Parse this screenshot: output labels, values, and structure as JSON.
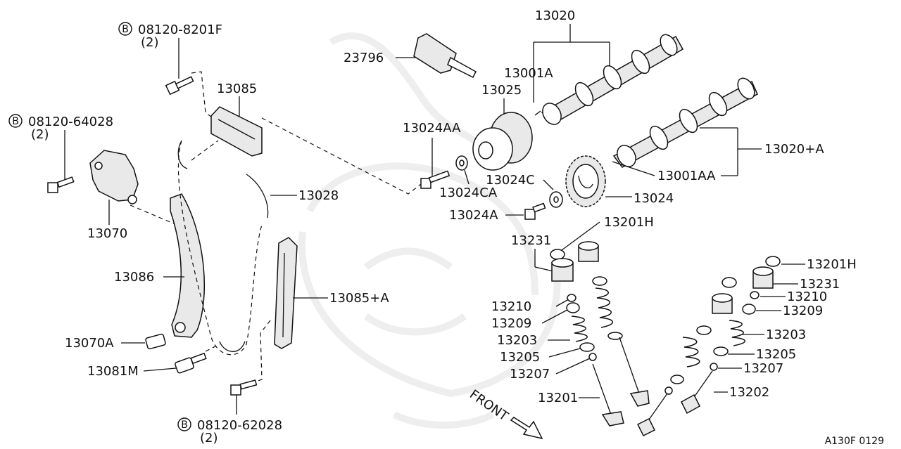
{
  "diagram_id": "A130F 0129",
  "front_label": "FRONT",
  "bolt_refs": [
    {
      "marker": "B",
      "part": "08120-8201F",
      "qty": "(2)"
    },
    {
      "marker": "B",
      "part": "08120-64028",
      "qty": "(2)"
    },
    {
      "marker": "B",
      "part": "08120-62028",
      "qty": "(2)"
    }
  ],
  "parts": {
    "p13020": "13020",
    "p23796": "23796",
    "p13001A": "13001A",
    "p13025": "13025",
    "p13085": "13085",
    "p13024AA": "13024AA",
    "p13020A": "13020+A",
    "p13024C": "13024C",
    "p13001AA": "13001AA",
    "p13024CA": "13024CA",
    "p13028": "13028",
    "p13024": "13024",
    "p13024A": "13024A",
    "p13070": "13070",
    "p13201H_a": "13201H",
    "p13231_a": "13231",
    "p13086": "13086",
    "p13201H_b": "13201H",
    "p13231_b": "13231",
    "p13085A": "13085+A",
    "p13210_a": "13210",
    "p13210_b": "13210",
    "p13209_b": "13209",
    "p13209_a": "13209",
    "p13203_b": "13203",
    "p13070A": "13070A",
    "p13203_a": "13203",
    "p13205_b": "13205",
    "p13205_a": "13205",
    "p13207_b": "13207",
    "p13081M": "13081M",
    "p13207_a": "13207",
    "p13202": "13202",
    "p13201": "13201"
  }
}
